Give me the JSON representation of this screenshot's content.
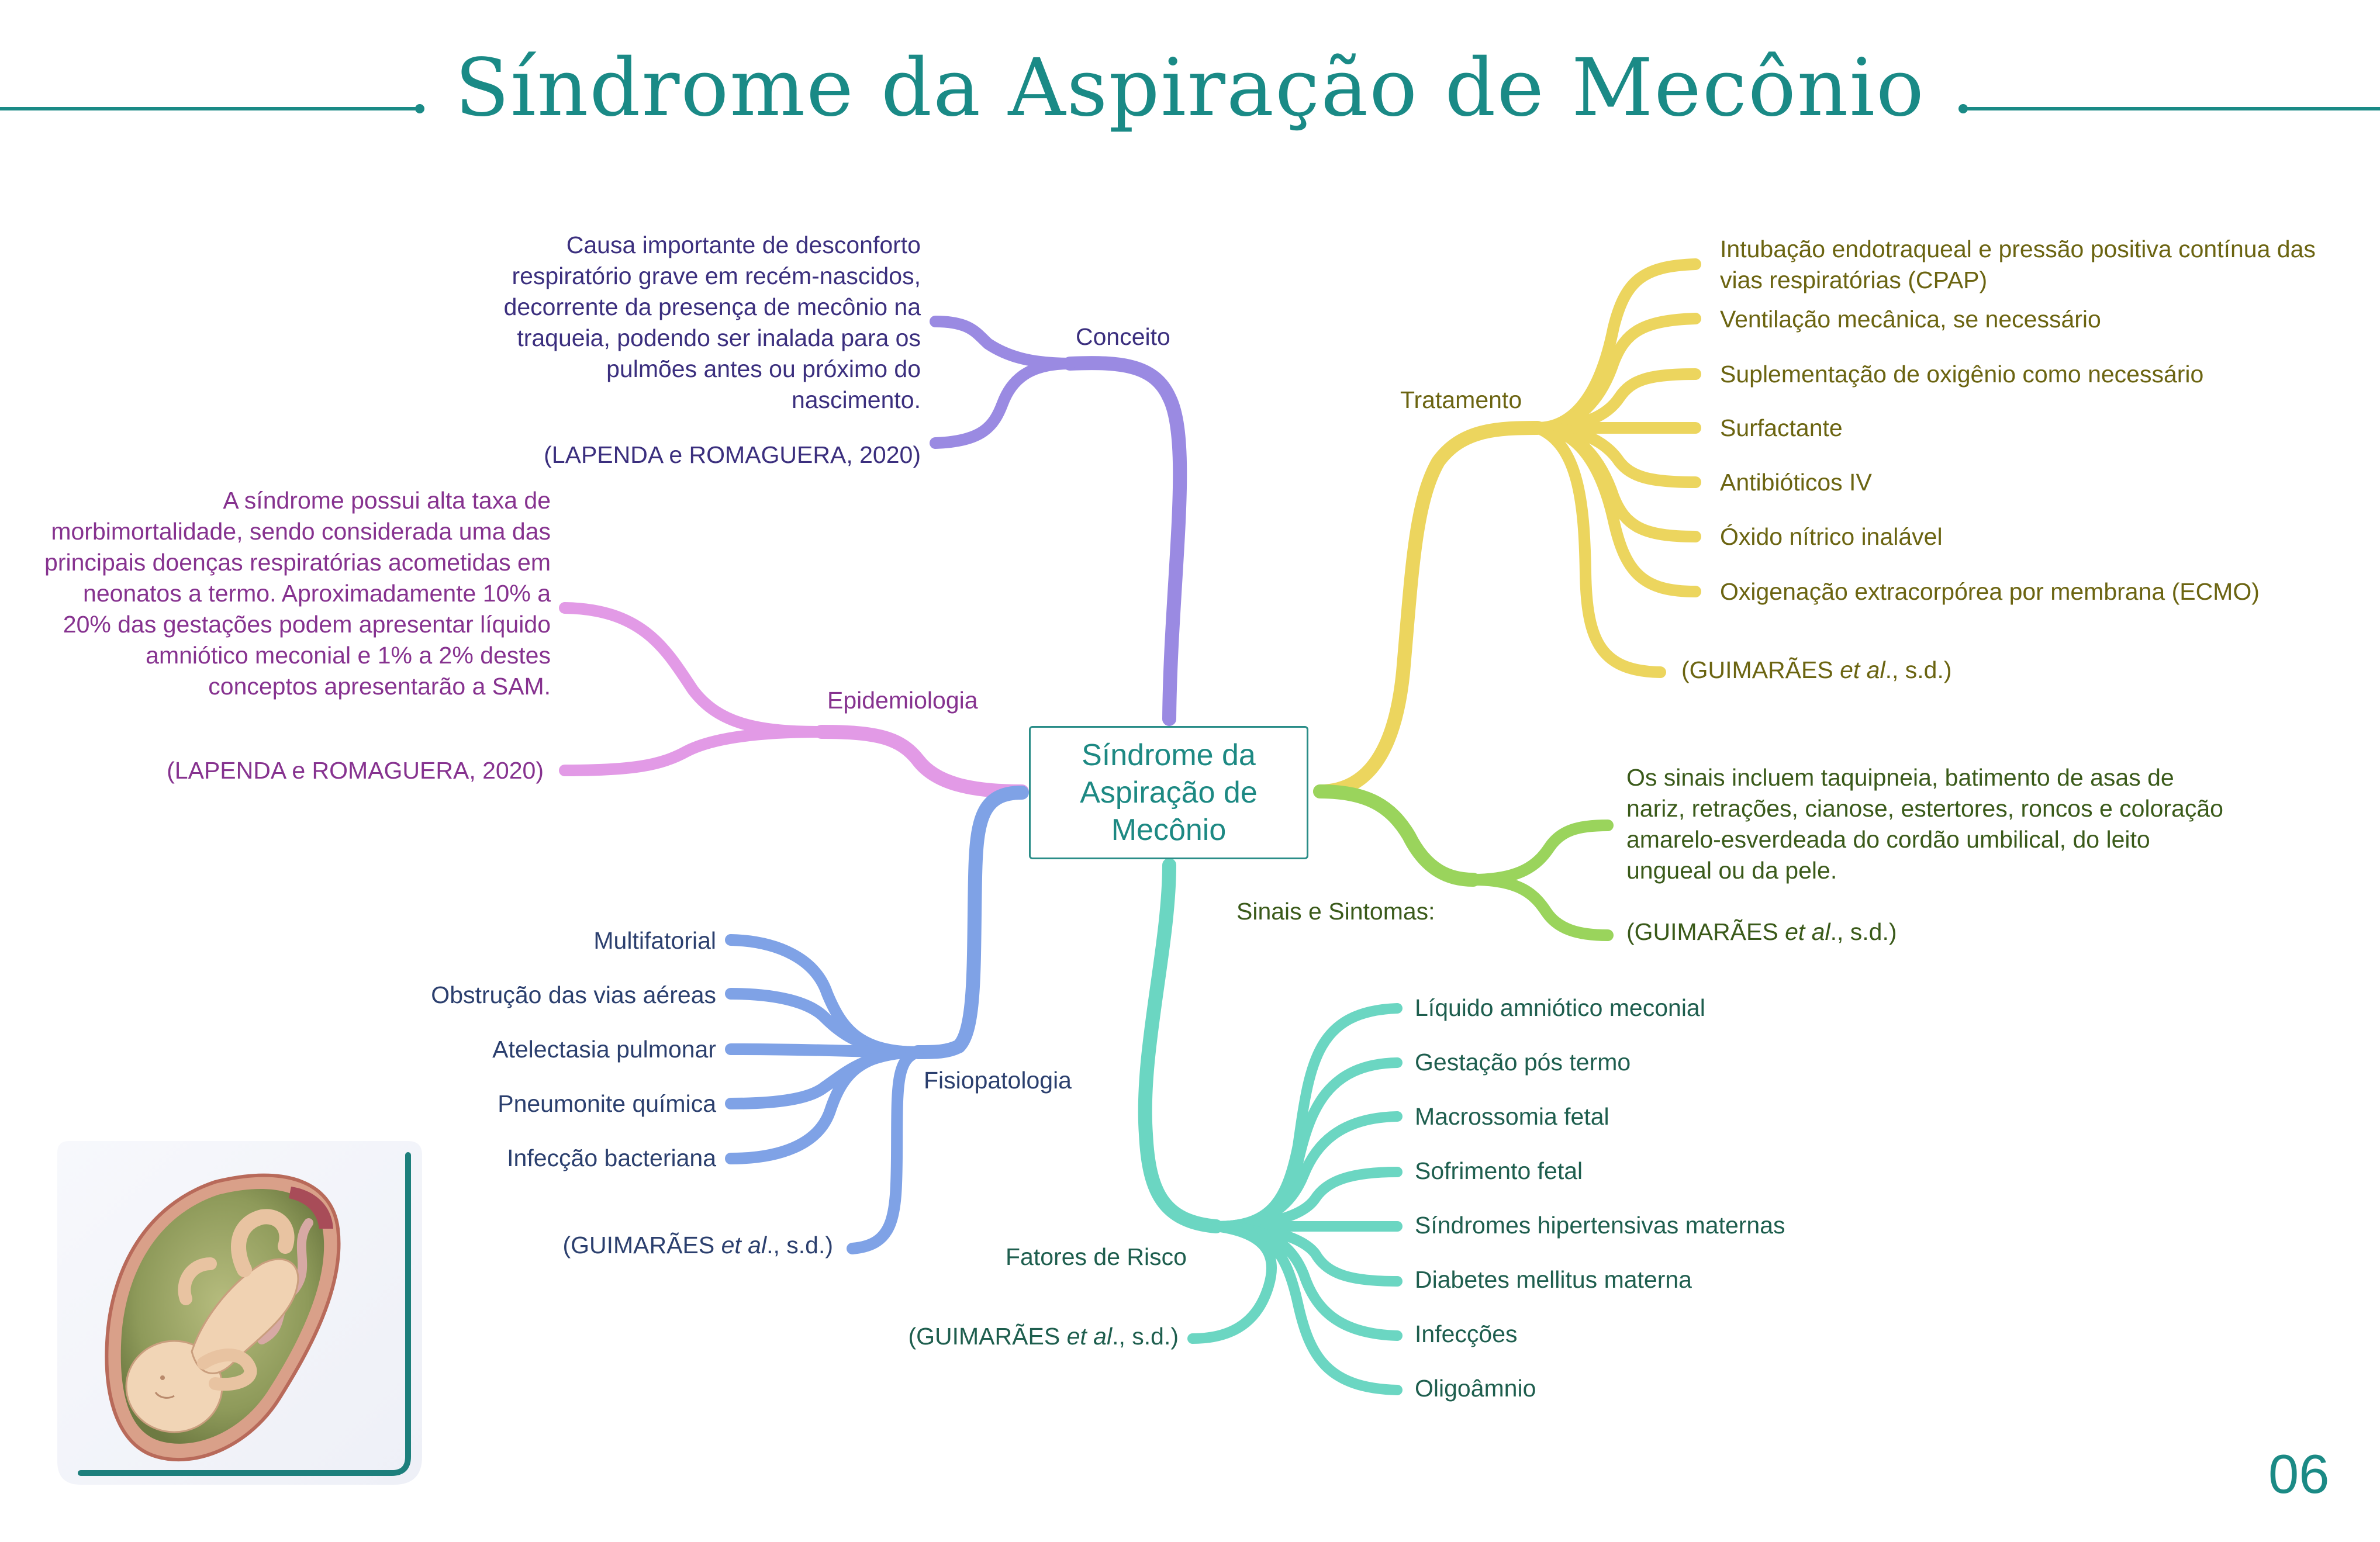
{
  "title": "Síndrome da Aspiração de Mecônio",
  "central_topic": "Síndrome da Aspiração de Mecônio",
  "page_number": "06",
  "colors": {
    "title": "#1a8a86",
    "conceito": "#9a8ae2",
    "epidemiologia": "#e29ae6",
    "fisiopatologia": "#7fa2e6",
    "fatores": "#6bd6c2",
    "tratamento": "#ecd55e",
    "sinais": "#9ad45c"
  },
  "conceito": {
    "label": "Conceito",
    "text": "Causa importante de desconforto respiratório grave em recém-nascidos, decorrente da presença de mecônio na traqueia, podendo ser inalada para os pulmões antes ou próximo do nascimento.",
    "ref": "(LAPENDA e ROMAGUERA, 2020)"
  },
  "epidemiologia": {
    "label": "Epidemiologia",
    "text": "A síndrome possui alta taxa de morbimortalidade, sendo considerada uma das principais doenças respiratórias acometidas em neonatos a termo. Aproximadamente 10% a 20% das gestações podem apresentar líquido amniótico meconial e 1% a 2% destes conceptos apresentarão a SAM.",
    "ref": "(LAPENDA e ROMAGUERA, 2020)"
  },
  "fisiopatologia": {
    "label": "Fisiopatologia",
    "items": [
      "Multifatorial",
      "Obstrução das vias aéreas",
      "Atelectasia pulmonar",
      "Pneumonite química",
      "Infecção bacteriana"
    ],
    "ref_a": "(GUIMARÃES ",
    "ref_em": "et al",
    "ref_b": "., s.d.)"
  },
  "fatores": {
    "label": "Fatores de Risco",
    "items": [
      "Líquido amniótico meconial",
      "Gestação pós termo",
      "Macrossomia fetal",
      "Sofrimento fetal",
      "Síndromes hipertensivas maternas",
      "Diabetes mellitus materna",
      "Infecções",
      "Oligoâmnio"
    ],
    "ref_a": "(GUIMARÃES ",
    "ref_em": "et al",
    "ref_b": "., s.d.)"
  },
  "tratamento": {
    "label": "Tratamento",
    "items": [
      "Intubação endotraqueal e pressão positiva contínua das vias respiratórias (CPAP)",
      "Ventilação mecânica, se necessário",
      "Suplementação de oxigênio como necessário",
      "Surfactante",
      "Antibióticos IV",
      "Óxido nítrico inalável",
      "Oxigenação extracorpórea por membrana (ECMO)"
    ],
    "ref_a": "(GUIMARÃES ",
    "ref_em": "et al",
    "ref_b": "., s.d.)"
  },
  "sinais": {
    "label": "Sinais e Sintomas:",
    "text": "Os sinais incluem taquipneia, batimento de asas de nariz, retrações, cianose, estertores, roncos e coloração amarelo-esverdeada do cordão umbilical, do leito ungueal ou da pele.",
    "ref_a": "(GUIMARÃES ",
    "ref_em": "et al",
    "ref_b": "., s.d.)"
  }
}
